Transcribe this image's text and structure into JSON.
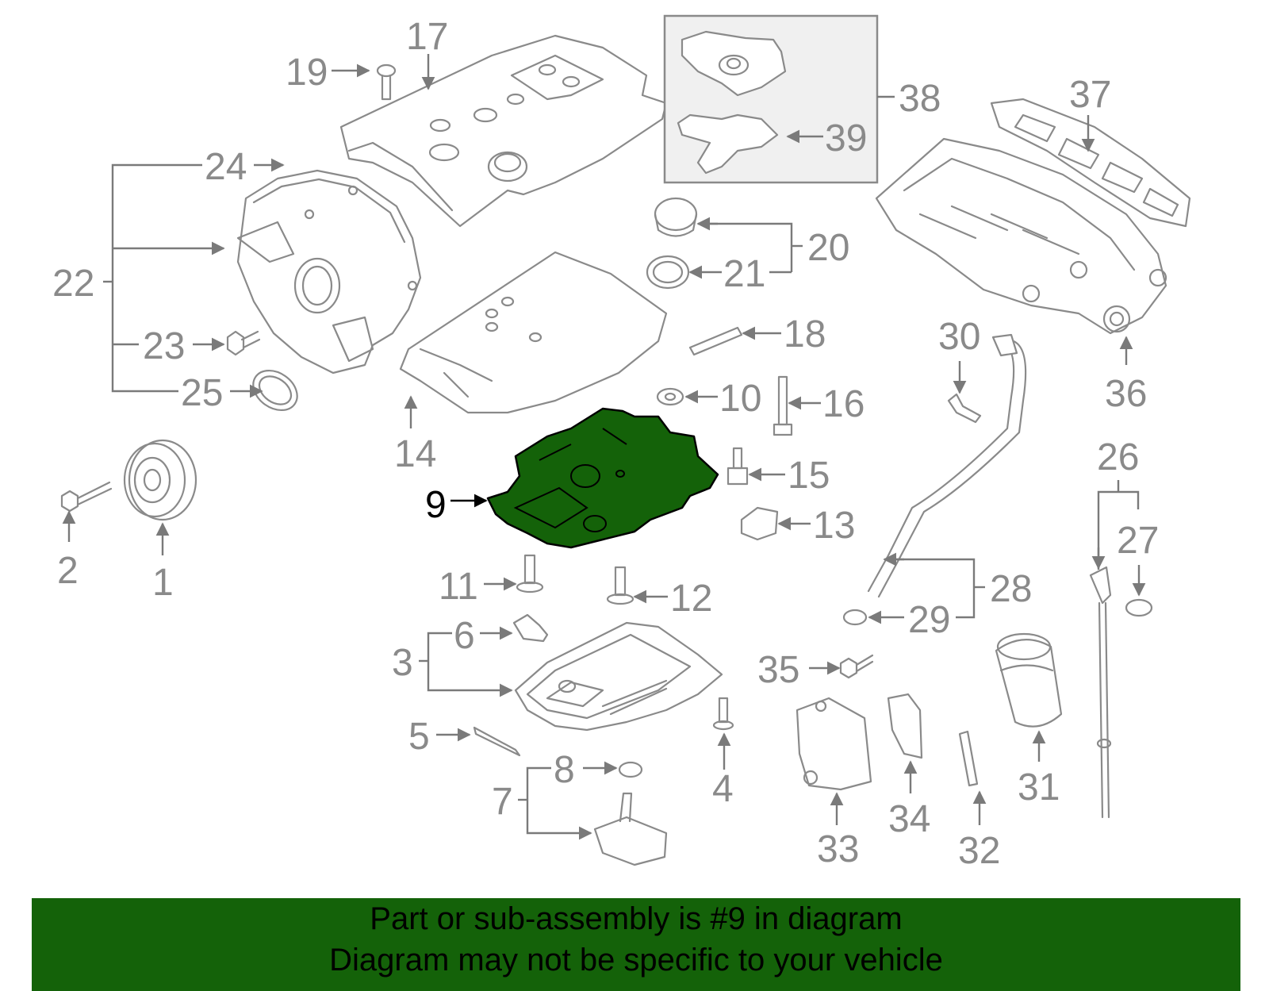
{
  "diagram": {
    "highlight_color": "#146209",
    "label_color": "#8a8a8a",
    "highlighted_part": "9",
    "callouts": [
      "1",
      "2",
      "3",
      "4",
      "5",
      "6",
      "7",
      "8",
      "9",
      "10",
      "11",
      "12",
      "13",
      "14",
      "15",
      "16",
      "17",
      "18",
      "19",
      "20",
      "21",
      "22",
      "23",
      "24",
      "25",
      "26",
      "27",
      "28",
      "29",
      "30",
      "31",
      "32",
      "33",
      "34",
      "35",
      "36",
      "37",
      "38",
      "39"
    ]
  },
  "banner": {
    "line1": "Part or sub-assembly is #9 in diagram",
    "line2": "Diagram may not be specific to your vehicle"
  }
}
